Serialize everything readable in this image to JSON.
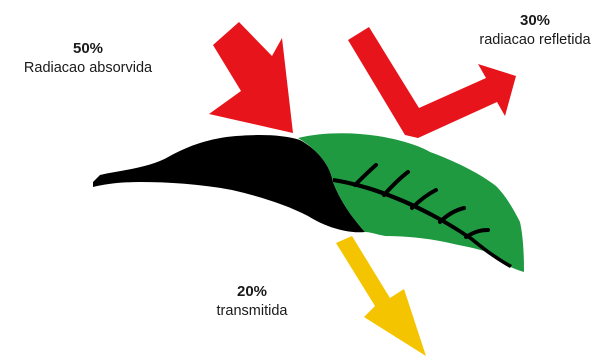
{
  "colors": {
    "incident_arrow": "#e8141b",
    "reflected_arrow": "#e8141b",
    "transmitted_arrow": "#f5c400",
    "leaf_dark_side": "#000000",
    "leaf_green": "#1f9a40",
    "leaf_veins": "#000000"
  },
  "labels": {
    "absorbed": {
      "percent": "50%",
      "text": "Radiacao absorvida"
    },
    "reflected": {
      "percent": "30%",
      "text": "radiacao refletida"
    },
    "transmitted": {
      "percent": "20%",
      "text": "transmitida"
    }
  }
}
